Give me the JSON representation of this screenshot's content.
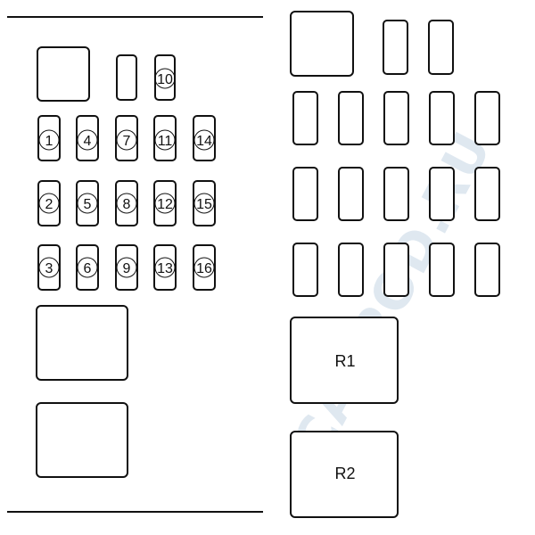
{
  "left_panel": {
    "fuse_numbers": [
      "1",
      "2",
      "3",
      "4",
      "5",
      "6",
      "7",
      "8",
      "9",
      "10",
      "11",
      "12",
      "13",
      "14",
      "15",
      "16"
    ]
  },
  "right_panel": {
    "relays": [
      "R1",
      "R2"
    ]
  },
  "watermark": "CARPOD.RU",
  "colors": {
    "line": "#111111",
    "background": "#ffffff",
    "watermark": "#b9cde0"
  }
}
